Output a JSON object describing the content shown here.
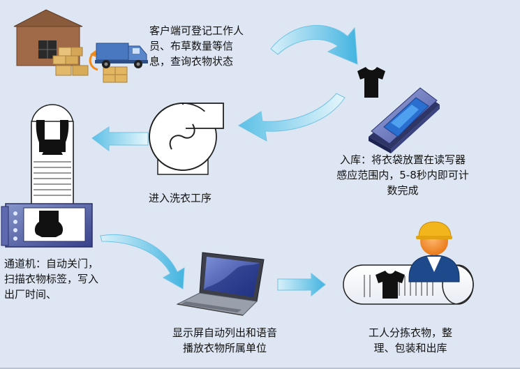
{
  "captions": {
    "client": "客户端可登记工作人\n员、布草数量等信\n息，查询衣物状态",
    "storage": "入库：将衣袋放置在读写器\n感应范围内，5-8秒内即可计\n数完成",
    "washing": "进入洗衣工序",
    "channel": "通道机：自动关门，\n扫描衣物标签，写入\n出厂时间、",
    "display": "显示屏自动列出和语音\n播放衣物所属单位",
    "sorting": "工人分拣衣物，整\n理、包装和出库"
  }
}
